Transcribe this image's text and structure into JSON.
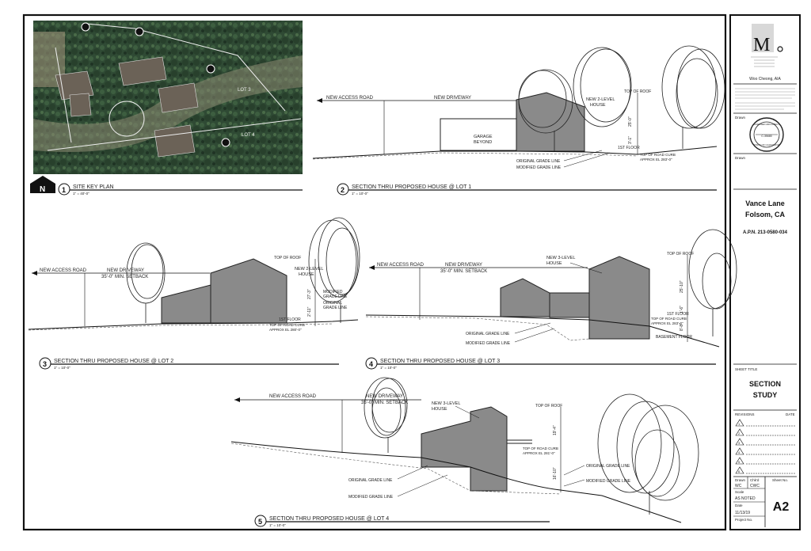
{
  "site_plan": {
    "number": "1",
    "title": "SITE KEY PLAN",
    "scale": "1\" = 40'-0\"",
    "north_label": "N"
  },
  "sections": [
    {
      "number": "2",
      "title": "SECTION THRU PROPOSED HOUSE @ LOT 1",
      "scale": "1\" = 10'-0\"",
      "labels": {
        "access_road": "NEW ACCESS ROAD",
        "driveway": "NEW DRIVEWAY",
        "house": [
          "NEW 2-LEVEL",
          "HOUSE"
        ],
        "garage": [
          "GARAGE",
          "BEYOND"
        ],
        "top_of_roof": "TOP OF ROOF",
        "height_dim": "25'-0\"",
        "floor_dim": "3'-1\"",
        "first_floor": "1ST FLOOR",
        "top_curb": [
          "TOP OF ROAD CURB",
          "APPROX EL 283'-0\""
        ],
        "original_grade": "ORIGINAL GRADE LINE",
        "modified_grade": "MODIFIED GRADE LINE"
      }
    },
    {
      "number": "3",
      "title": "SECTION THRU PROPOSED HOUSE @ LOT 2",
      "scale": "1\" = 10'-0\"",
      "labels": {
        "access_road": "NEW ACCESS ROAD",
        "driveway": "NEW DRIVEWAY",
        "setback": "35'-0\" MIN. SETBACK",
        "house": [
          "NEW 2-LEVEL",
          "HOUSE"
        ],
        "top_of_roof": "TOP OF ROOF",
        "height_dim": "27'-3\"",
        "floor_dim": "2'-11\"",
        "first_floor": "1ST FLOOR",
        "top_curb": [
          "TOP OF ROAD CURB",
          "APPROX EL 280'-0\""
        ],
        "modified_grade": [
          "MODIFIED",
          "GRADE LINE"
        ],
        "original_grade": [
          "ORIGINAL",
          "GRADE LINE"
        ]
      }
    },
    {
      "number": "4",
      "title": "SECTION THRU PROPOSED HOUSE @ LOT 3",
      "scale": "1\" = 10'-0\"",
      "labels": {
        "access_road": "NEW ACCESS ROAD",
        "driveway": "NEW DRIVEWAY",
        "setback": "35'-0\" MIN. SETBACK",
        "house": [
          "NEW 3-LEVEL",
          "HOUSE"
        ],
        "top_of_roof": "TOP OF ROOF",
        "height_dim": "25'-10\"",
        "first_floor": "1ST FLOOR",
        "top_curb": [
          "TOP OF ROAD CURB",
          "APPROX EL 283'-0\""
        ],
        "basement_floor": "BASEMENT FLOOR",
        "floor_dim": "1'-6\"",
        "basement_dim": "8'-8\"",
        "original_grade": "ORIGINAL GRADE LINE",
        "modified_grade": "MODIFIED GRADE LINE"
      }
    },
    {
      "number": "5",
      "title": "SECTION THRU PROPOSED HOUSE @ LOT 4",
      "scale": "1\" = 10'-0\"",
      "labels": {
        "access_road": "NEW ACCESS ROAD",
        "driveway": "NEW DRIVEWAY",
        "setback": "35'-0\" MIN. SETBACK",
        "house": [
          "NEW 3-LEVEL",
          "HOUSE"
        ],
        "top_of_roof": "TOP OF ROOF",
        "height_dim": "19'-4\"",
        "top_curb": [
          "TOP OF ROAD CURB",
          "APPROX EL 281'-0\""
        ],
        "lower_dim": "16'-10\"",
        "original_grade": "ORIGINAL GRADE LINE",
        "modified_grade": "MODIFIED GRADE LINE",
        "original_grade_2": "ORIGINAL GRADE LINE",
        "modified_grade_2": "MODIFIED GRADE LINE"
      }
    }
  ],
  "title_block": {
    "architect": "Woo Cheong, AIA",
    "drawn_label": "Drawn",
    "checked_label": "Chk'd",
    "drawn_by": "WC",
    "checked_by": "CWC",
    "stamp_text": [
      "LICENSED ARCHITECT",
      "C-35680",
      "STATE OF CALIFORNIA"
    ],
    "project_line1": "Vance Lane",
    "project_line2": "Folsom, CA",
    "apn": "A.P.N. 213-0580-034",
    "sheet_title_label": "SHEET TITLE",
    "sheet_title_line1": "SECTION",
    "sheet_title_line2": "STUDY",
    "revisions_label": "REVISIONS",
    "date_col_label": "DATE",
    "revision_marks": [
      "1",
      "2",
      "3",
      "4",
      "5",
      "6"
    ],
    "scale_label": "Scale",
    "scale_value": "AS NOTED",
    "date_label": "Date",
    "date_value": "11/13/19",
    "project_no_label": "Project No.",
    "sheet_no_label": "Sheet No.",
    "sheet_no": "A2"
  }
}
